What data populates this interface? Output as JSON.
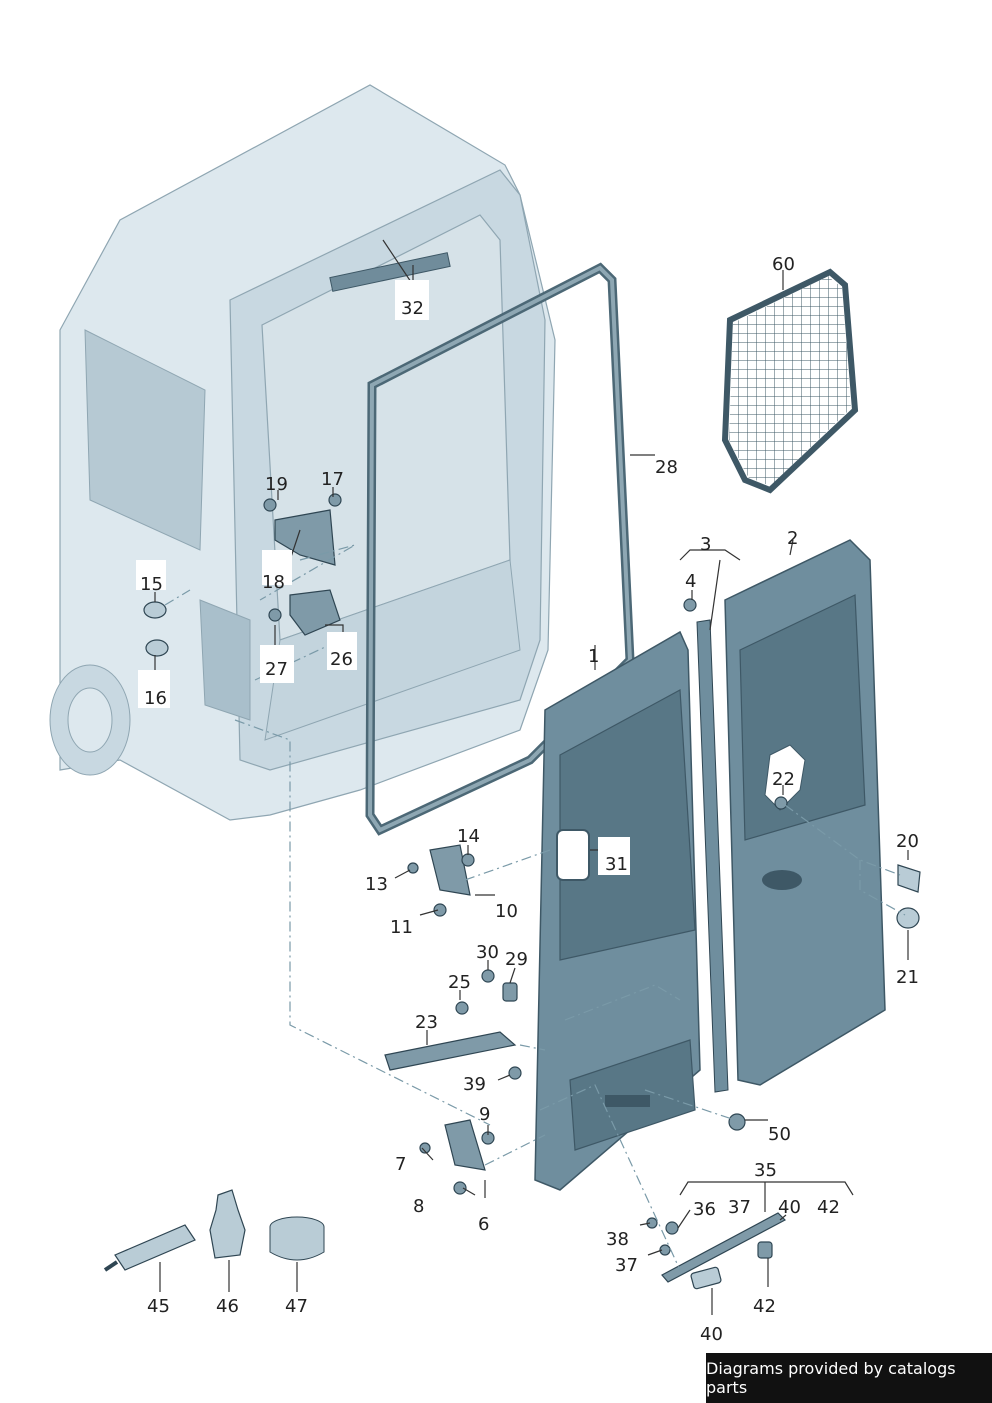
{
  "labels": {
    "l1": "1",
    "l2": "2",
    "l3": "3",
    "l4": "4",
    "l6": "6",
    "l7": "7",
    "l8": "8",
    "l9": "9",
    "l10": "10",
    "l11": "11",
    "l13": "13",
    "l14": "14",
    "l15": "15",
    "l16": "16",
    "l17": "17",
    "l18": "18",
    "l19": "19",
    "l20": "20",
    "l21": "21",
    "l22": "22",
    "l23": "23",
    "l25": "25",
    "l26": "26",
    "l27": "27",
    "l28": "28",
    "l29": "29",
    "l30": "30",
    "l31": "31",
    "l32": "32",
    "l35": "35",
    "l36": "36",
    "l37a": "37",
    "l37b": "37",
    "l38": "38",
    "l39": "39",
    "l40a": "40",
    "l40b": "40",
    "l42a": "42",
    "l42b": "42",
    "l45": "45",
    "l46": "46",
    "l47": "47",
    "l50": "50",
    "l60": "60"
  },
  "credit": "Diagrams provided by catalogs parts"
}
